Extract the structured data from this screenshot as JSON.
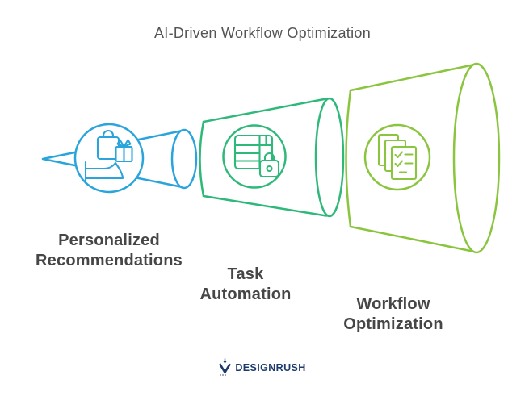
{
  "diagram": {
    "title": "AI-Driven Workflow Optimization",
    "title_color": "#545454",
    "label_color": "#464646",
    "stages": [
      {
        "label": "Personalized\nRecommendations",
        "icon": "hand-shopping-bag-gift-icon",
        "color": "#2aa4db"
      },
      {
        "label": "Task\nAutomation",
        "icon": "table-lock-icon",
        "color": "#2eb879"
      },
      {
        "label": "Workflow\nOptimization",
        "icon": "documents-checklist-icon",
        "color": "#8bc53f"
      }
    ]
  },
  "footer": {
    "brand": "DESIGNRUSH",
    "brand_color": "#1d3a6d"
  }
}
